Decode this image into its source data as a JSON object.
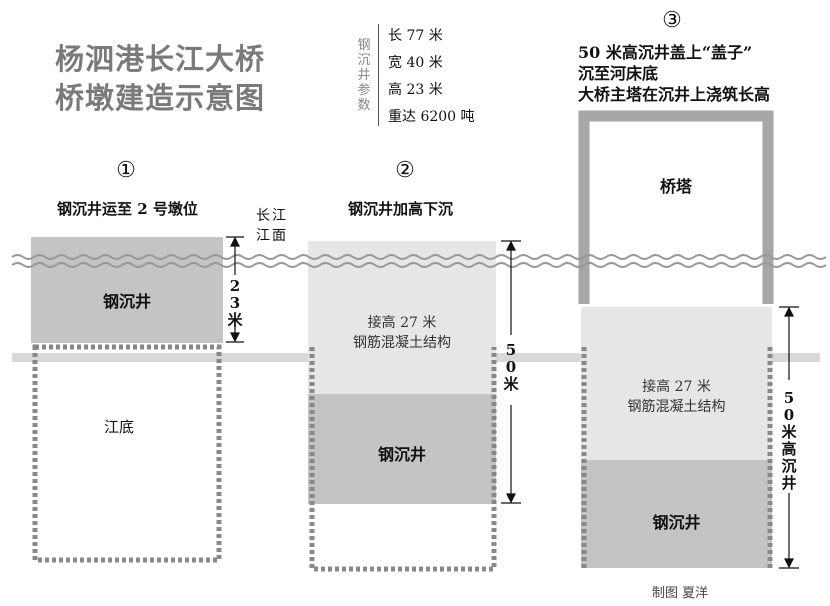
{
  "title": {
    "line1": "杨泗港长江大桥",
    "line2": "桥墩建造示意图"
  },
  "params": {
    "label": "钢沉井参数",
    "items": [
      "长 77 米",
      "宽 40 米",
      "高 23 米",
      "重达 6200 吨"
    ]
  },
  "stage1": {
    "number": "①",
    "caption": "钢沉井运至 2 号墩位",
    "river_surface_label": "长江江面",
    "caisson_label": "钢沉井",
    "height_label": "23米",
    "riverbed_label": "江底"
  },
  "stage2": {
    "number": "②",
    "caption": "钢沉井加高下沉",
    "extension_label": "接高 27 米\n钢筋混凝土结构",
    "caisson_label": "钢沉井",
    "height_label": "50米"
  },
  "stage3": {
    "number": "③",
    "caption_lines": [
      "50 米高沉井盖上“盖子”",
      "沉至河床底",
      "大桥主塔在沉井上浇筑长高"
    ],
    "tower_label": "桥塔",
    "extension_label": "接高 27 米\n钢筋混凝土结构",
    "caisson_label": "钢沉井",
    "height_label": "50米高沉井"
  },
  "credit": "制图  夏洋",
  "colors": {
    "title": "#7a7a7a",
    "caisson": "#c4c4c4",
    "extension": "#e6e6e6",
    "tower_frame": "#a6a6a6",
    "riverbed": "#d8d8d8",
    "dotted_outline": "#888888",
    "wave": "#999999"
  }
}
